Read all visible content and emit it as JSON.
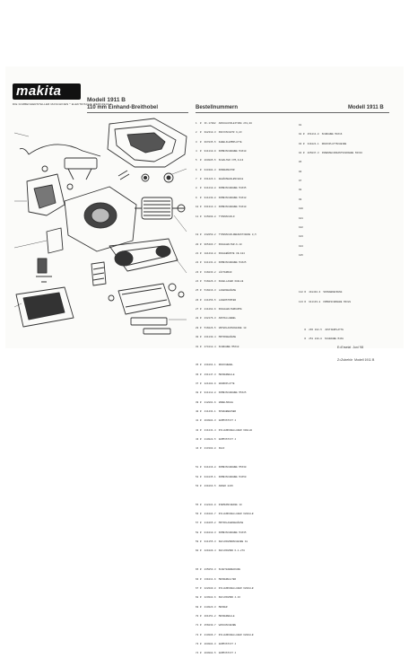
{
  "brand": {
    "logo": "makita",
    "tagline": "DIE FARBENHERSTELLER MASCHINEN * ELEKTRISCHE WERKZEUGE"
  },
  "header": {
    "model": "Modell 1911 B",
    "subtitle": "110 mm Einhand-Breithobel",
    "order_numbers": "Bestellnummern",
    "model_right": "Modell 1911 B"
  },
  "parts": {
    "col1": [
      "1  R  IF-17002  ANSCHLUSSLEITUNG 2X1,00",
      "2  R  682310-3  KNICKSCHUTZ 9,8X",
      "3  R  667035-5  KABELKLEMMPLATTE",
      "4  R  911110-9  KOMBISCHRAUBE M4X10",
      "5  R  263005-5  SCHALTER C7M,4x13",
      "6  R  644304-3  KONDENSATOR",
      "7  R  631423-1  GEHÄUSEHALBSCHALE",
      "8  R  911210-8  KOMBISCHRAUBE M4X35",
      "9  R  911230-8  KOMBISCHRAUBE M4X18",
      "10 R  631313-4  KOMBISCHRAUBE M4X10",
      "11 R  915099-8  TYPENSCHILD",
      "",
      "19 R  232050-2  TYPENSCHILDBEFESTIGUNG 0,5",
      "20 R  965403-7  KOHLEHALTER-K-10",
      "21 R  181410-8  KOHLEBÜRSTE CB-104",
      "22 R  911131-8  KOMBISCHRAUBE M4X25",
      "23 R  316033-2  LÜFTERRAD",
      "24 R  516026-3  KUGELLAGER 608LLB",
      "25 R  516016-3  LAGERGEHÄUSE",
      "26 R  211256-5  LAGERSTOPFEN",
      "27 R  211262-6  KOHLEHALTERKAPPE",
      "28 R  232176-3  ANSTELLHEBEL",
      "29 R  516026-5  UNTERLAGSSCHEIBE 10",
      "30 R  231130-4  MOTORGEHÄUSE",
      "31 R  274112-4  SCHRAUBE M5X10",
      "",
      "35 R  231064-1  DRUCKHEBEL",
      "36 R  431147-3  MESSERWELLE",
      "37 R  221202-9  GRUNDPLATTE",
      "38 R  911112-8  KOMBISCHRAUBE M5X25",
      "39 R  212891-6  HOBELSOHLE",
      "40 R  411434-1  SPANABWEISER",
      "41 R  263004-3  GUMMISTIFT 4",
      "42 R  211241-4  RILLENKUGELLAGER 608LLB",
      "43 R  213022-5  GUMMISTIFT 4",
      "44 R  213102-8  FELD",
      "",
      "51 R  911216-8  KOMBISCHRAUBE M5X30",
      "52 R  644135-1  KOMBISCHRAUBE M4X50",
      "53 R  231063-5  ANKER 220V",
      "",
      "55 R  212281-0  RIEMENSCHEIBE 10",
      "56 R  211084-7  RILLENKUGELLAGER 6200LLB",
      "57 R  211065-2  MOTORLAGERGEHÄUSE",
      "58 R  011010-3  KOMBISCHRAUBE M4X35",
      "59 R  911155-3  KEILRIEMENSCHEIBE 18",
      "60 R  421089-4  KEILRIEMEN 6-1-270",
      "",
      "65 R  235053-3  SCHUTZABDECKUNG",
      "66 R  131011-6  MESSERHALTER",
      "67 R  222080-8  RILLENKUGELLAGER 6200LLB",
      "68 R  223082-6  KEILRIEMEN 4-16",
      "69 R  213023-3  MESSER",
      "70 R  261251-2  MESSERWELLE",
      "71 R  256030-7  WASCHSCHEIBE",
      "72 R  213006-7  RILLENKUGELLAGER 6200LLB",
      "73 R  263004-3  GUMMISTIFT 4",
      "74 R  263002-5  GUMMISTIFT 4"
    ],
    "col2": [
      "91",
      "92 R  251211-0  SCHRAUBE M4X16",
      "93 R  341021-1  DRUCKPLATTSCHEIBE",
      "94 R  265037-3  INNENSECHSKANTSCHRAUBE M4X16",
      "95",
      "96",
      "97",
      "98",
      "99",
      "100",
      "101",
      "102",
      "103",
      "104",
      "105",
      "",
      "",
      "",
      "112 R  418432-6  SPANABDECKUNG",
      "113 R  911133-8  KOMBISCHRAUBE M4X28",
      "",
      "",
      "    R  265 162-5  JUSTIERPLATTE",
      "    R  251 240-0  SCHRAUBE M4X8"
    ],
    "footer": [
      "E=Ersetzt  Juni '98",
      "Z=Zubehör  Modell 1911 B"
    ]
  }
}
